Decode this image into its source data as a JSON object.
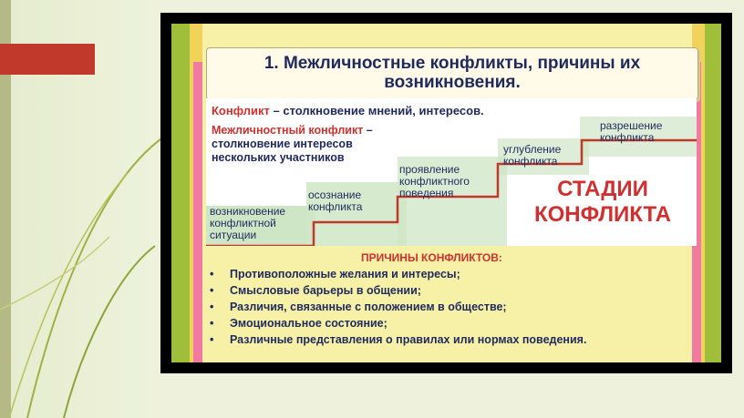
{
  "slide": {
    "title": "1. Межличностные конфликты, причины их возникновения.",
    "definition_term": "Конфликт",
    "definition_text": " – столкновение мнений, интересов.",
    "interpersonal_term": "Межличностный конфликт",
    "interpersonal_text": " – столкновение интересов нескольких участников",
    "stages_heading": "СТАДИИ КОНФЛИКТА",
    "stages": [
      "возникновение конфликтной ситуации",
      "осознание конфликта",
      "проявление конфликтного поведения",
      "углубление конфликта",
      "разрешение конфликта"
    ],
    "reasons_title": "ПРИЧИНЫ КОНФЛИКТОВ:",
    "reasons": [
      "Противоположные желания и интересы;",
      "Смысловые барьеры в общении;",
      "Различия, связанные с положением в обществе;",
      "Эмоциональное состояние;",
      "Различные представления о правилах или нормах поведения."
    ]
  },
  "colors": {
    "title_text": "#1f2a5c",
    "accent_red": "#d0302f",
    "stair_fill": "#cfe6c6",
    "stair_line": "#c0392b"
  }
}
